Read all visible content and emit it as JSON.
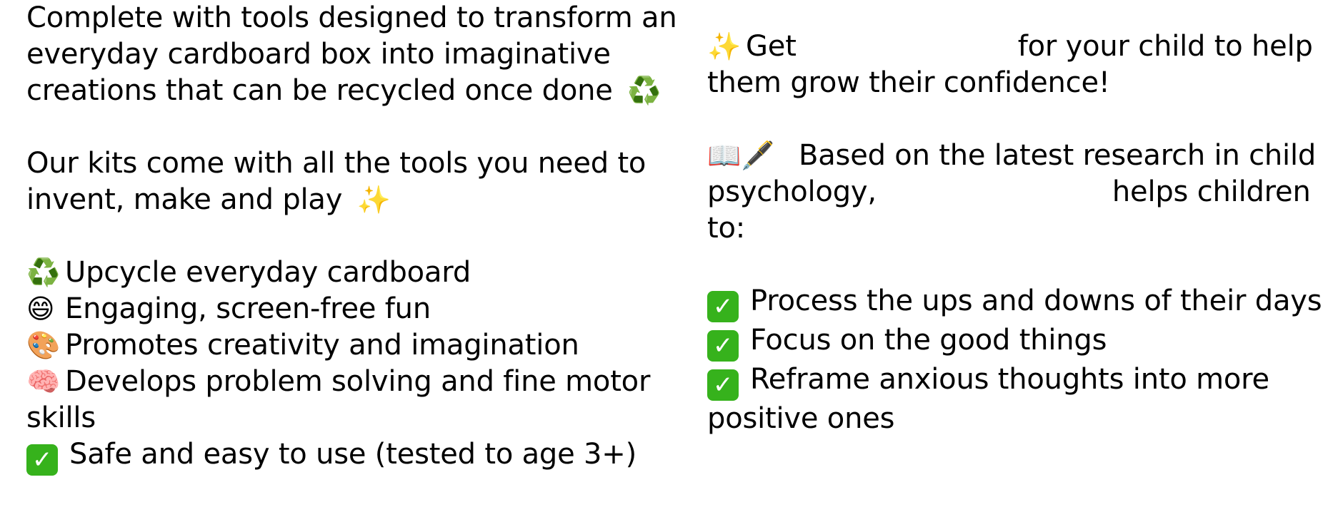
{
  "left": {
    "intro": "Complete with tools designed to transform an everyday cardboard box into imaginative creations that can be recycled once done",
    "intro_emoji": "♻️",
    "kits": "Our kits come with all the tools you need to invent, make and play",
    "kits_emoji": "✨",
    "features": [
      {
        "emoji": "♻️",
        "text": "Upcycle everyday cardboard"
      },
      {
        "emoji": "😄",
        "text": "Engaging, screen-free fun"
      },
      {
        "emoji": "🎨",
        "text": "Promotes creativity and imagination"
      },
      {
        "emoji": "🧠",
        "text": "Develops problem solving and fine motor skills"
      },
      {
        "emoji": "✅",
        "text": "Safe and easy to use (tested to age 3+)"
      }
    ]
  },
  "right": {
    "get_emoji": "✨",
    "get_prefix": "Get",
    "get_suffix": "for your child to help them grow their confidence!",
    "research_emoji": "📖🖋️",
    "research_prefix": "Based on the latest research in child psychology,",
    "research_suffix": "helps children to:",
    "benefits": [
      {
        "emoji": "✅",
        "text": "Process the ups and downs of their days"
      },
      {
        "emoji": "✅",
        "text": "Focus on the good things"
      },
      {
        "emoji": "✅",
        "text": "Reframe anxious thoughts into more positive ones"
      }
    ]
  },
  "colors": {
    "text": "#000000",
    "background": "#ffffff",
    "check_green": "#36b21c"
  }
}
